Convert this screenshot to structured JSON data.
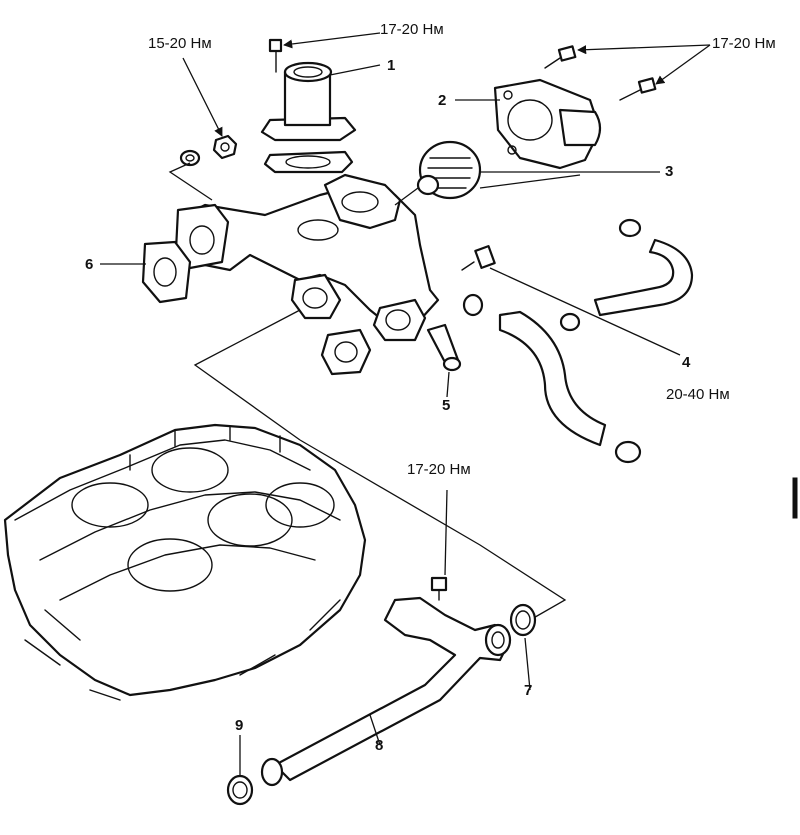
{
  "labels": {
    "p1": "1",
    "p2": "2",
    "p3": "3",
    "p4": "4",
    "p5": "5",
    "p6": "6",
    "p7": "7",
    "p8": "8",
    "p9": "9"
  },
  "torques": {
    "t_top_left": "15-20 Нм",
    "t_top_center": "17-20 Нм",
    "t_top_right": "17-20 Нм",
    "t_sensor": "20-40 Нм",
    "t_pipe_bolt": "17-20 Нм"
  }
}
